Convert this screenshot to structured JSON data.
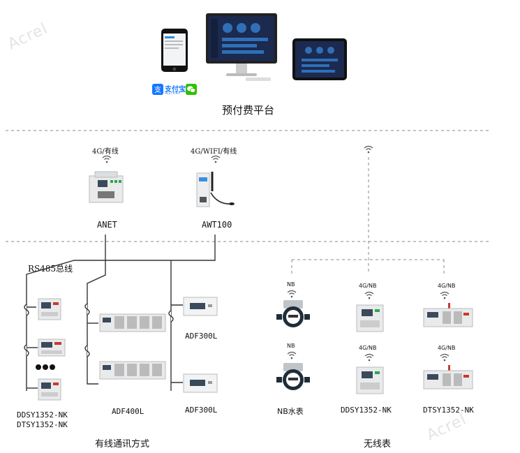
{
  "platform": {
    "title": "预付费平台",
    "pay_icons": [
      "alipay-icon",
      "wechat-icon"
    ],
    "alipay_text": "支付宝",
    "alipay_sub": "ALIPAY"
  },
  "gateways": [
    {
      "conn": "4G/有线",
      "name": "ANET"
    },
    {
      "conn": "4G/WIFI/有线",
      "name": "AWT100"
    }
  ],
  "bus_label": "RS485总线",
  "wired": {
    "label": "有线通讯方式",
    "groups": [
      {
        "name_lines": [
          "DDSY1352-NK",
          "DTSY1352-NK"
        ]
      },
      {
        "name": "ADF400L"
      },
      {
        "name_top": "ADF300L",
        "name_bottom": "ADF300L"
      }
    ]
  },
  "wireless": {
    "label": "无线表",
    "columns": [
      {
        "conn_top": "NB",
        "conn_bottom": "NB",
        "name": "NB水表"
      },
      {
        "conn_top": "4G/NB",
        "conn_bottom": "4G/NB",
        "name": "DDSY1352-NK"
      },
      {
        "conn_top": "4G/NB",
        "conn_bottom": "4G/NB",
        "name": "DTSY1352-NK"
      }
    ]
  },
  "watermark": "Acrel",
  "colors": {
    "wire": "#333333",
    "dash": "#888888",
    "screen": "#1b2a4e",
    "accent_red": "#c83a2e",
    "wifi": "#555555"
  }
}
